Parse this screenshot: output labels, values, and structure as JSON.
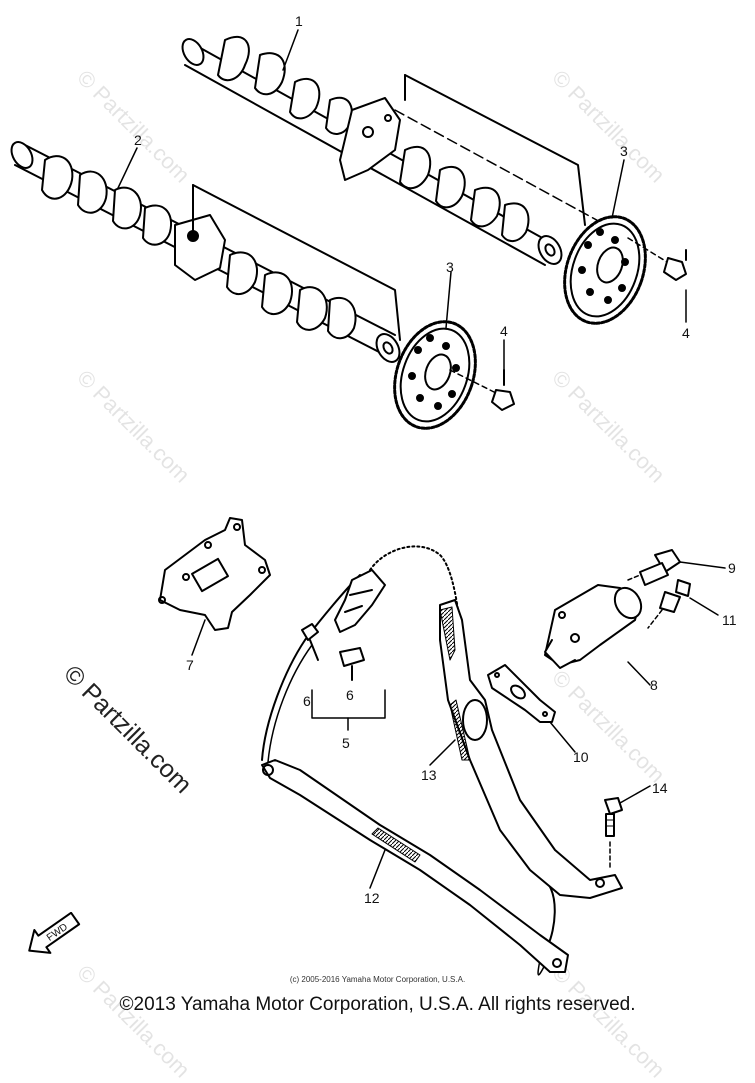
{
  "callouts": [
    "1",
    "2",
    "3",
    "3",
    "4",
    "4",
    "5",
    "6",
    "6",
    "7",
    "8",
    "9",
    "10",
    "11",
    "12",
    "13",
    "14"
  ],
  "fwd_label": "FWD",
  "watermark_text": "© Partzilla.com",
  "copyright_notice": "(c) 2005-2016 Yamaha Motor Corporation, U.S.A.",
  "footer": "©2013 Yamaha Motor Corporation, U.S.A. All rights reserved."
}
